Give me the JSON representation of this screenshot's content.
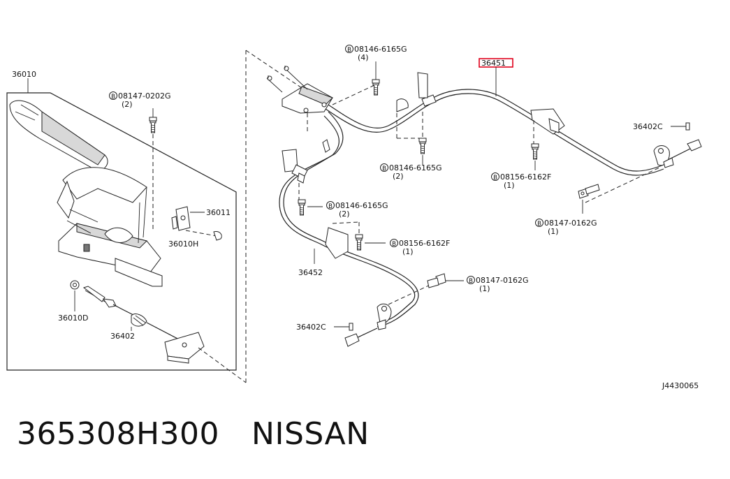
{
  "diagram": {
    "ref_code": "J4430065",
    "labels": {
      "lever_assy": "36010",
      "lever_switch": "36011",
      "lever_hook": "36010H",
      "lever_nut": "36010D",
      "front_cable": "36402",
      "cable_right": "36451",
      "cable_left": "36452",
      "lock_plate_right": "36402C",
      "lock_plate_left": "36402C"
    },
    "bolts": [
      {
        "code": "08147-0202G",
        "qty": "2"
      },
      {
        "code": "08146-6165G",
        "qty": "4"
      },
      {
        "code": "08146-6165G",
        "qty": "2"
      },
      {
        "code": "08146-6165G",
        "qty": "2"
      },
      {
        "code": "08156-6162F",
        "qty": "1"
      },
      {
        "code": "08156-6162F",
        "qty": "1"
      },
      {
        "code": "08147-0162G",
        "qty": "1"
      },
      {
        "code": "08147-0162G",
        "qty": "1"
      }
    ]
  },
  "footer": {
    "part_number": "365308H300",
    "brand": "NISSAN"
  }
}
